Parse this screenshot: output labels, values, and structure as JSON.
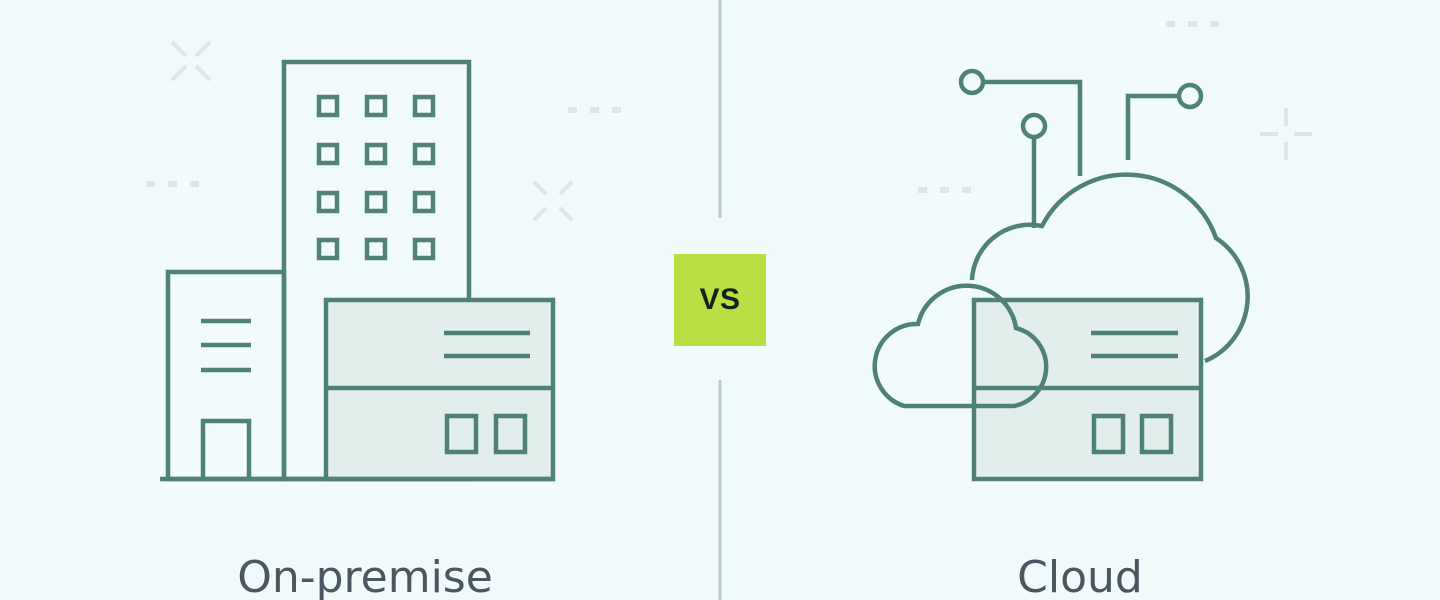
{
  "comparison": {
    "left_label": "On-premise",
    "divider_label": "VS",
    "right_label": "Cloud"
  },
  "icons": {
    "left": "office-building-icon",
    "right": "cloud-server-icon"
  },
  "colors": {
    "background": "#f2fbfb",
    "line": "#4f8178",
    "badge": "#b8e045",
    "text": "#4b5760"
  }
}
